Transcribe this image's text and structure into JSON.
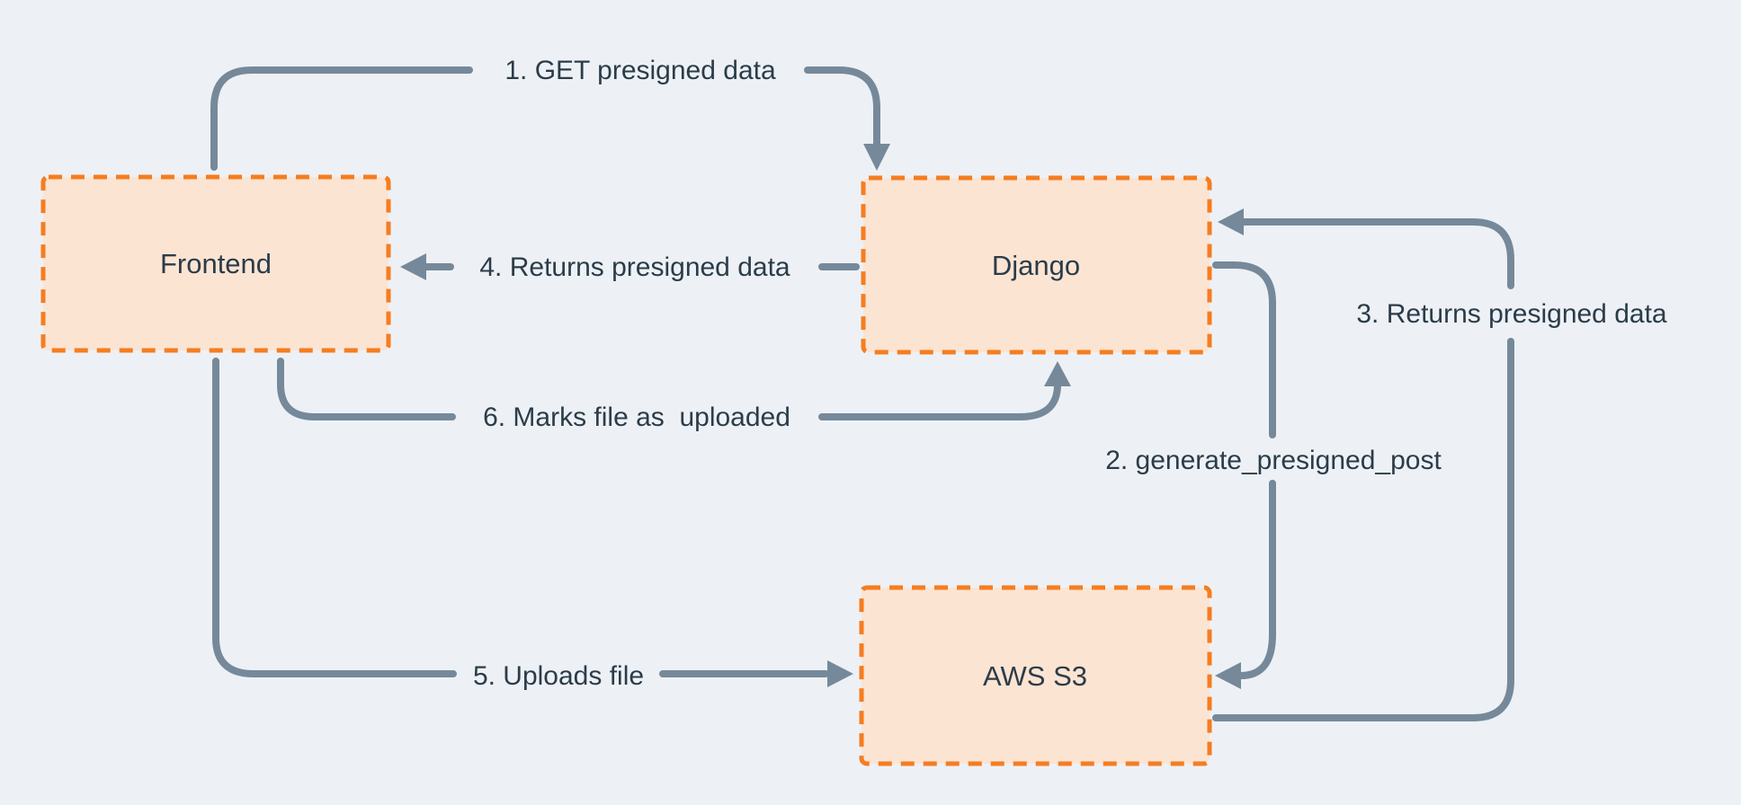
{
  "diagram": {
    "background_color": "#edf1f5",
    "node_fill_color": "#fce4d3",
    "node_border_color": "#f57d20",
    "arrow_color": "#75899a",
    "text_color": "#2b3c49",
    "nodes": {
      "frontend": {
        "label": "Frontend"
      },
      "django": {
        "label": "Django"
      },
      "aws_s3": {
        "label": "AWS S3"
      }
    },
    "steps": {
      "step1": {
        "label": "1. GET presigned data",
        "from": "Frontend",
        "to": "Django"
      },
      "step2": {
        "label": "2. generate_presigned_post",
        "from": "Django",
        "to": "AWS S3"
      },
      "step3": {
        "label": "3. Returns presigned data",
        "from": "AWS S3",
        "to": "Django"
      },
      "step4": {
        "label": "4. Returns presigned data",
        "from": "Django",
        "to": "Frontend"
      },
      "step5": {
        "label": "5. Uploads file",
        "from": "Frontend",
        "to": "AWS S3"
      },
      "step6": {
        "label": "6. Marks file as  uploaded",
        "from": "Frontend",
        "to": "Django"
      }
    }
  }
}
